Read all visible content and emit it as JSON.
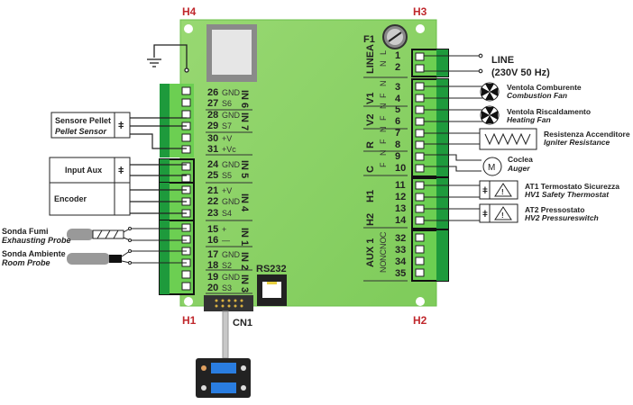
{
  "corners": {
    "h1": "H1",
    "h2": "H2",
    "h3": "H3",
    "h4": "H4"
  },
  "fuse": "F1",
  "connectors": {
    "rs232": "RS232",
    "cn1": "CN1"
  },
  "left_terminals": [
    {
      "pin": "26",
      "sig": "GND"
    },
    {
      "pin": "27",
      "sig": "S6"
    },
    {
      "pin": "28",
      "sig": "GND"
    },
    {
      "pin": "29",
      "sig": "S7"
    },
    {
      "pin": "30",
      "sig": "+V"
    },
    {
      "pin": "31",
      "sig": "+Vc"
    },
    {
      "pin": "24",
      "sig": "GND"
    },
    {
      "pin": "25",
      "sig": "S5"
    },
    {
      "pin": "21",
      "sig": "+V"
    },
    {
      "pin": "22",
      "sig": "GND"
    },
    {
      "pin": "23",
      "sig": "S4"
    },
    {
      "pin": "15",
      "sig": "+"
    },
    {
      "pin": "16",
      "sig": "—"
    },
    {
      "pin": "17",
      "sig": "GND"
    },
    {
      "pin": "18",
      "sig": "S2"
    },
    {
      "pin": "19",
      "sig": "GND"
    },
    {
      "pin": "20",
      "sig": "S3"
    }
  ],
  "left_groups": [
    "IN 6",
    "IN 7",
    "IN 5",
    "IN 4",
    "IN 1",
    "IN 2",
    "IN 3"
  ],
  "right_terminals": [
    {
      "pin": "1",
      "sig": "L"
    },
    {
      "pin": "2",
      "sig": "N"
    },
    {
      "pin": "3",
      "sig": "N"
    },
    {
      "pin": "4",
      "sig": "F"
    },
    {
      "pin": "5",
      "sig": "N"
    },
    {
      "pin": "6",
      "sig": "F"
    },
    {
      "pin": "7",
      "sig": "N"
    },
    {
      "pin": "8",
      "sig": "F"
    },
    {
      "pin": "9",
      "sig": "N"
    },
    {
      "pin": "10",
      "sig": "F"
    },
    {
      "pin": "11",
      "sig": ""
    },
    {
      "pin": "12",
      "sig": ""
    },
    {
      "pin": "13",
      "sig": ""
    },
    {
      "pin": "14",
      "sig": ""
    },
    {
      "pin": "32",
      "sig": "C"
    },
    {
      "pin": "33",
      "sig": "NO"
    },
    {
      "pin": "34",
      "sig": "NC"
    },
    {
      "pin": "35",
      "sig": "NO"
    }
  ],
  "right_groups": [
    "LINEA",
    "V1",
    "V2",
    "R",
    "C",
    "H1",
    "H2",
    "AUX 1"
  ],
  "left_devices": {
    "pellet_sensor": {
      "it": "Sensore Pellet",
      "en": "Pellet Sensor"
    },
    "input_aux": "Input Aux",
    "encoder": "Encoder",
    "exhaust_probe": {
      "it": "Sonda Fumi",
      "en": "Exhausting Probe"
    },
    "room_probe": {
      "it": "Sonda Ambiente",
      "en": "Room Probe"
    }
  },
  "right_devices": {
    "line": {
      "title": "LINE",
      "sub": "(230V 50 Hz)"
    },
    "combustion_fan": {
      "it": "Ventola Comburente",
      "en": "Combustion Fan"
    },
    "heating_fan": {
      "it": "Ventola Riscaldamento",
      "en": "Heating Fan"
    },
    "igniter": {
      "it": "Resistenza Accenditore",
      "en": "Igniter Resistance"
    },
    "auger": {
      "it": "Coclea",
      "en": "Auger",
      "symbol": "M"
    },
    "safety_thermostat": {
      "it": "AT1 Termostato Sicurezza",
      "en": "HV1 Safety Thermostat"
    },
    "pressure_switch": {
      "it": "AT2 Pressostato",
      "en": "HV2 Pressureswitch"
    }
  },
  "colors": {
    "board": "#8fd46a",
    "board_edge": "#6bbf4a",
    "terminal_dark": "#1e9a3c",
    "terminal_light": "#6ccf52",
    "label_red": "#c0282d"
  }
}
